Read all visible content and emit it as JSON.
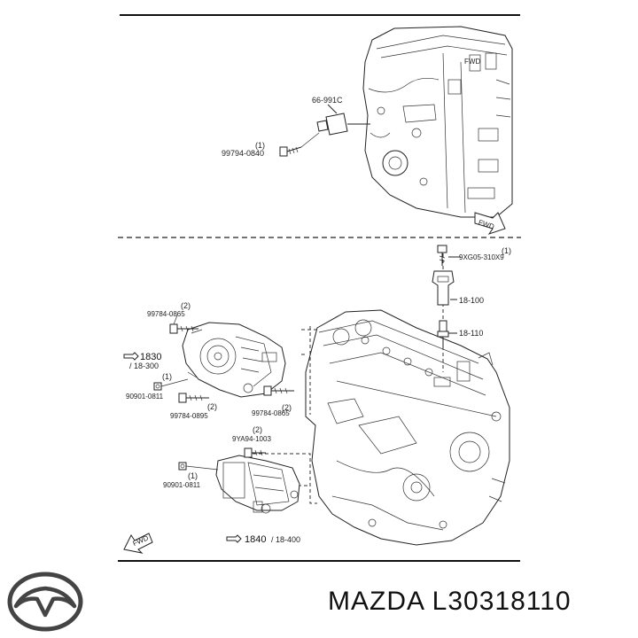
{
  "diagram": {
    "labels": {
      "sensor_part": "66-991C",
      "sensor_bolt_qty": "(1)",
      "sensor_bolt": "99794-0840",
      "fwd_top": "FWD",
      "coil_bolt_qty": "(1)",
      "coil_bolt": "9XG05-310X9",
      "ignition_coil": "18-100",
      "spark_plug": "18-110",
      "alt_bolt_top_qty": "(2)",
      "alt_bolt_top": "99784-0865",
      "alternator_ref": "1830",
      "alternator_sub": "/ 18-300",
      "alt_nut_qty": "(1)",
      "alt_nut": "90901-0811",
      "alt_bolt_low_qty": "(2)",
      "alt_bolt_low": "99784-0895",
      "alt_bolt_right_qty": "(2)",
      "alt_bolt_right": "99784-0865",
      "starter_bolt_qty": "(2)",
      "starter_bolt": "9YA94-1003",
      "starter_nut_qty": "(1)",
      "starter_nut": "90901-0811",
      "starter_ref": "1840",
      "starter_sub": "/ 18-400",
      "fwd_bottom": "FWD"
    }
  },
  "footer": {
    "brand_logo_icon": "mazda-logo-icon",
    "brand_text": "MAZDA L30318110"
  }
}
